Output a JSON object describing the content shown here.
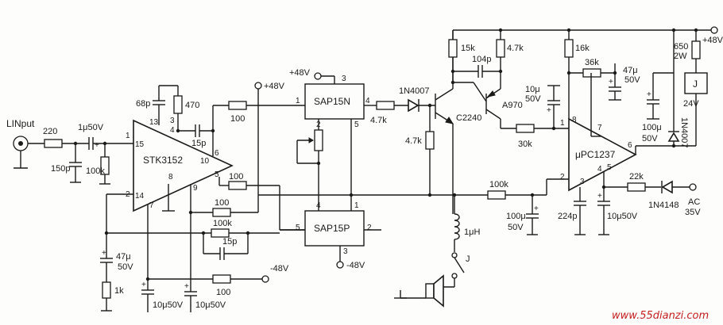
{
  "input_label": "LINput",
  "chips": {
    "stk": "STK3152",
    "upc": "μPC1237",
    "sap_n": "SAP15N",
    "sap_p": "SAP15P"
  },
  "transistors": {
    "c2240": "C2240",
    "a970": "A970"
  },
  "diodes": {
    "d1": "1N4007",
    "d2": "1N4007",
    "d3": "1N4148"
  },
  "relay": {
    "label": "J",
    "voltage": "24V",
    "switch_label": "J"
  },
  "rails": {
    "plus48_a": "+48V",
    "plus48_b": "+48V",
    "minus48_a": "-48V",
    "minus48_b": "-48V",
    "plus48_c": "+48V",
    "ac_line1": "AC",
    "ac_line2": "35V"
  },
  "components": {
    "r220": "220",
    "c1u50": "1μ50V",
    "c150p": "150p",
    "r100k_in": "100k",
    "c68p": "68p",
    "r470": "470",
    "c15p_a": "15p",
    "r100_a": "100",
    "r100_b": "100",
    "r100_c": "100",
    "r100k_fb": "100k",
    "c15p_b": "15p",
    "c47u50": "47μ",
    "c47u50_v": "50V",
    "r1k": "1k",
    "c10u50_a": "10μ50V",
    "c10u50_b": "10μ50V",
    "r100_d": "100",
    "r4_7k_a": "4.7k",
    "r4_7k_b": "4.7k",
    "r15k": "15k",
    "r4_7k_c": "4.7k",
    "c104p": "104p",
    "c10u50_c": "10μ",
    "c10u50_c_v": "50V",
    "r30k": "30k",
    "r16k": "16k",
    "r36k": "36k",
    "c47u50_b": "47μ",
    "c47u50_b_v": "50V",
    "c100u50": "100μ",
    "c100u50_v": "50V",
    "r650": "650",
    "r650_w": "2W",
    "r100k_mid": "100k",
    "c100u50_b": "100μ",
    "c100u50_b_v": "50V",
    "c224p": "224p",
    "c10u50_d": "10μ50V",
    "r22k": "22k",
    "l1uh": "1μH"
  },
  "pins": {
    "stk": [
      "15",
      "13",
      "4",
      "6",
      "10",
      "5",
      "8",
      "9",
      "2",
      "14",
      "7",
      "3",
      "1"
    ],
    "sapn": [
      "1",
      "3",
      "4",
      "2",
      "5"
    ],
    "sapp": [
      "4",
      "1",
      "5",
      "2",
      "3"
    ],
    "upc": [
      "8",
      "7",
      "6",
      "1",
      "2",
      "3",
      "4",
      "5"
    ]
  },
  "watermark": "www.55dianzi.com"
}
